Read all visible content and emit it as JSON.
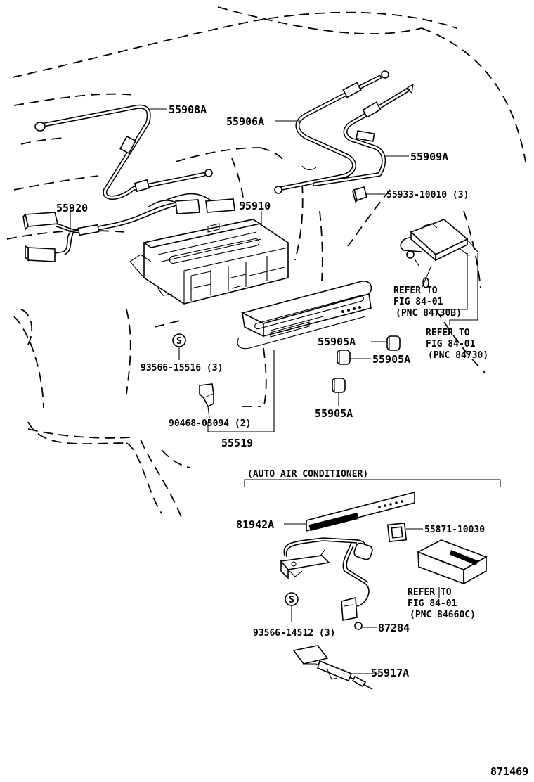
{
  "parts": {
    "p55908A": "55908A",
    "p55906A": "55906A",
    "p55909A": "55909A",
    "p55933": "55933-10010 (3)",
    "p55920": "55920",
    "p55910": "55910",
    "p93566a": "93566-15516 (3)",
    "p90468": "90468-05094 (2)",
    "p55519": "55519",
    "p55905A_1": "55905A",
    "p55905A_2": "55905A",
    "p55905A_3": "55905A",
    "p81942A": "81942A",
    "p55871": "55871-10030",
    "p93566b": "93566-14512 (3)",
    "p87284": "87284",
    "p55917A": "55917A"
  },
  "refs": {
    "ref1": [
      "REFER TO",
      "FIG 84-01",
      "(PNC 84730B)"
    ],
    "ref2": [
      "REFER TO",
      "FIG 84-01",
      "(PNC 84730)"
    ],
    "ref3": [
      "REFER TO",
      "FIG 84-01",
      "(PNC 84660C)"
    ]
  },
  "section_label": "(AUTO AIR CONDITIONER)",
  "screw_symbol": "S",
  "figure_number": "871469"
}
